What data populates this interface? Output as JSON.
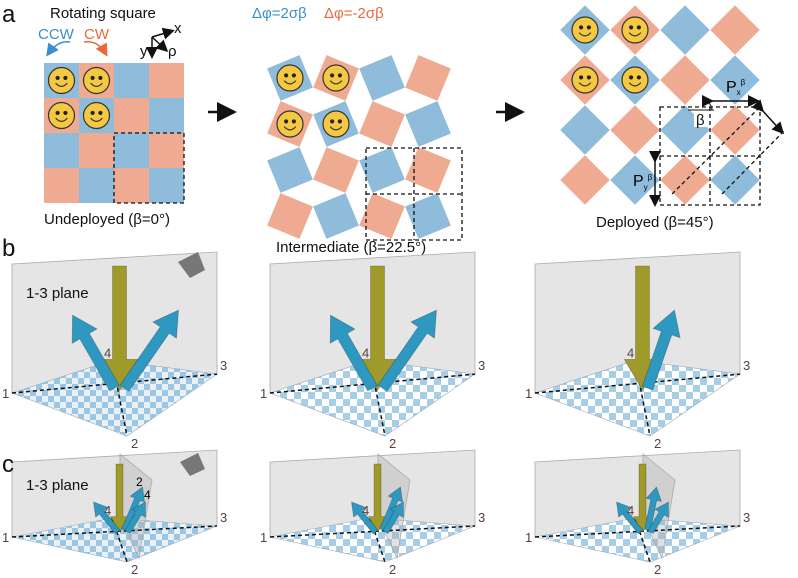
{
  "colors": {
    "blue": "#8fbcdb",
    "orange": "#efab91",
    "face": "#f5c842",
    "ccw": "#3a8fcc",
    "cw": "#e86a3a",
    "arrow_blue": "#2f98c0",
    "arrow_olive": "#a09a2a"
  },
  "panel_a": {
    "label": "a",
    "title": "Rotating square",
    "ccw": "CCW",
    "cw": "CW",
    "axis_x": "x",
    "axis_y": "y",
    "axis_rho": "ρ",
    "delta_pos": "Δφ=2σβ",
    "delta_neg": "Δφ=-2σβ",
    "undeployed": "Undeployed (β=0°)",
    "intermediate": "Intermediate (β=22.5°)",
    "deployed": "Deployed (β=45°)",
    "beta": "β",
    "px": "P",
    "px_sub": "x",
    "px_sup": "β",
    "py": "P",
    "py_sub": "y",
    "py_sup": "β"
  },
  "panel_b": {
    "label": "b",
    "plane": "1-3 plane",
    "corners": [
      "1",
      "2",
      "3",
      "4"
    ]
  },
  "panel_c": {
    "label": "c",
    "plane": "1-3 plane",
    "corners": [
      "1",
      "2",
      "3",
      "4"
    ],
    "inner": [
      "2",
      "4"
    ]
  }
}
